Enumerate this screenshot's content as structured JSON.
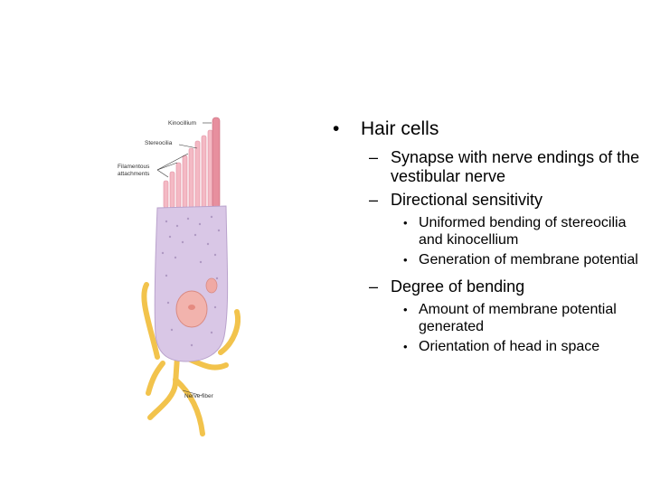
{
  "figure": {
    "labels": {
      "kinocilium": "Kinocillium",
      "stereocilia": "Stereocilia",
      "filament_line1": "Filamentous",
      "filament_line2": "attachments",
      "nerve_fiber": "Nerve fiber"
    },
    "colors": {
      "cell_body": "#d9c7e6",
      "nucleus": "#f2b3ad",
      "cilia": "#f4b9c4",
      "kinocilium": "#e78f9e",
      "nerve": "#f2c34c"
    }
  },
  "slide": {
    "bullet_main": "•",
    "bullet_dash": "–",
    "bullet_small": "•",
    "title": "Hair cells",
    "items": [
      {
        "text": "Synapse with nerve endings of the vestibular nerve",
        "sub": []
      },
      {
        "text": "Directional sensitivity",
        "sub": [
          "Uniformed bending of stereocilia and kinocellium",
          "Generation of membrane potential"
        ]
      },
      {
        "text": "Degree of bending",
        "sub": [
          "Amount of membrane potential generated",
          "Orientation of head in space"
        ]
      }
    ]
  }
}
